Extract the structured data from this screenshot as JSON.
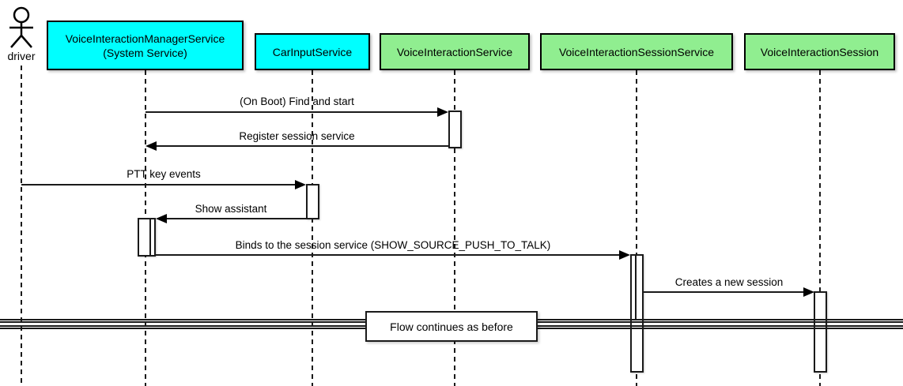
{
  "diagram_type": "uml-sequence-diagram",
  "actor": {
    "name": "driver"
  },
  "participants": [
    {
      "id": "vims",
      "line1": "VoiceInteractionManagerService",
      "line2": "(System Service)",
      "fill": "#00FFFF"
    },
    {
      "id": "car_input_service",
      "label": "CarInputService",
      "fill": "#00FFFF"
    },
    {
      "id": "voice_interaction_service",
      "label": "VoiceInteractionService",
      "fill": "#90EE90"
    },
    {
      "id": "voice_interaction_session_service",
      "label": "VoiceInteractionSessionService",
      "fill": "#90EE90"
    },
    {
      "id": "voice_interaction_session",
      "label": "VoiceInteractionSession",
      "fill": "#90EE90"
    }
  ],
  "messages": [
    {
      "from": "VoiceInteractionManagerService",
      "to": "VoiceInteractionService",
      "label": "(On Boot) Find and start",
      "direction": "right"
    },
    {
      "from": "VoiceInteractionService",
      "to": "VoiceInteractionManagerService",
      "label": "Register session service",
      "direction": "left"
    },
    {
      "from": "driver",
      "to": "CarInputService",
      "label": "PTT key events",
      "direction": "right"
    },
    {
      "from": "CarInputService",
      "to": "VoiceInteractionManagerService",
      "label": "Show assistant",
      "direction": "left"
    },
    {
      "from": "VoiceInteractionManagerService",
      "to": "VoiceInteractionSessionService",
      "label": "Binds to the session service (SHOW_SOURCE_PUSH_TO_TALK)",
      "direction": "right"
    },
    {
      "from": "VoiceInteractionSessionService",
      "to": "VoiceInteractionSession",
      "label": "Creates a new session",
      "direction": "right"
    }
  ],
  "divider": {
    "label": "Flow continues as before"
  },
  "colors": {
    "participant_cyan": "#00FFFF",
    "participant_green": "#90EE90",
    "line": "#1a1a1a",
    "background": "#FFFFFF"
  }
}
